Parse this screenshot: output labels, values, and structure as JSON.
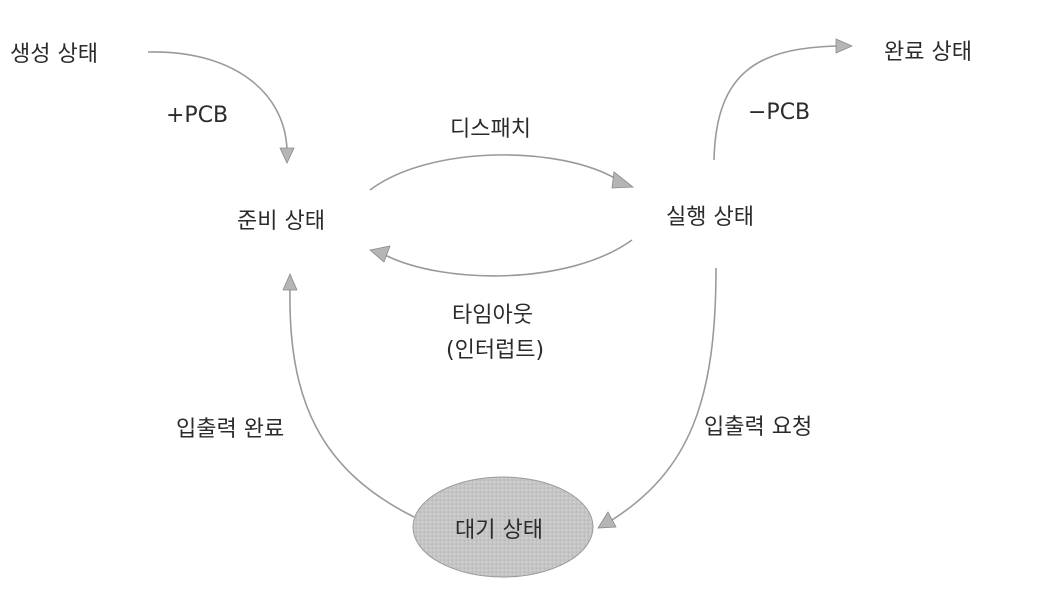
{
  "states": {
    "created": "생성 상태",
    "completed": "완료 상태",
    "ready": "준비 상태",
    "running": "실행 상태",
    "waiting": "대기 상태"
  },
  "transitions": {
    "plus_pcb": "+PCB",
    "minus_pcb": "−PCB",
    "dispatch": "디스패치",
    "timeout_line1": "타임아웃",
    "timeout_line2": "(인터럽트)",
    "io_complete": "입출력 완료",
    "io_request": "입출력 요청"
  },
  "colors": {
    "arrow": "#9a9a9a",
    "arrowhead": "#b5b5b5",
    "waiting_fill": "#c8c8c8",
    "text": "#2b2b2b"
  }
}
